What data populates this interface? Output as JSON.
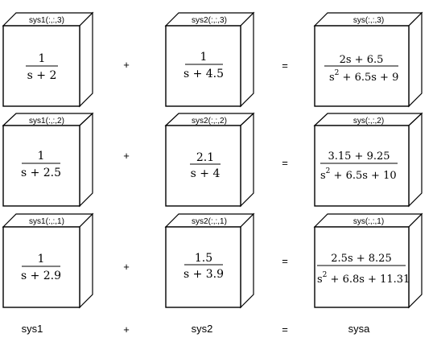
{
  "cubes": [
    {
      "label": "sys1(:,:,3)",
      "num": "1",
      "den": "s + 2"
    },
    {
      "label": "sys2(:,:,3)",
      "num": "1",
      "den": "s + 4.5"
    },
    {
      "label": "sys(:,:,3)",
      "num": "2s + 6.5",
      "den_pre": "s",
      "den_post": " + 6.5s + 9"
    },
    {
      "label": "sys1(:,:,2)",
      "num": "1",
      "den": "s + 2.5"
    },
    {
      "label": "sys2(:,:,2)",
      "num": "2.1",
      "den": "s + 4"
    },
    {
      "label": "sys(:,:,2)",
      "num": "3.15 + 9.25",
      "den_pre": "s",
      "den_post": " + 6.5s + 10"
    },
    {
      "label": "sys1(:,:,1)",
      "num": "1",
      "den": "s + 2.9"
    },
    {
      "label": "sys2(:,:,1)",
      "num": "1.5",
      "den": "s + 3.9"
    },
    {
      "label": "sys(:,:,1)",
      "num": "2.5s + 8.25",
      "den_pre": "s",
      "den_post": " + 6.8s + 11.31"
    }
  ],
  "exponent": "2",
  "operators": {
    "plus": "+",
    "equals": "="
  },
  "bottom": {
    "left": "sys1",
    "middle": "sys2",
    "right": "sysa"
  }
}
